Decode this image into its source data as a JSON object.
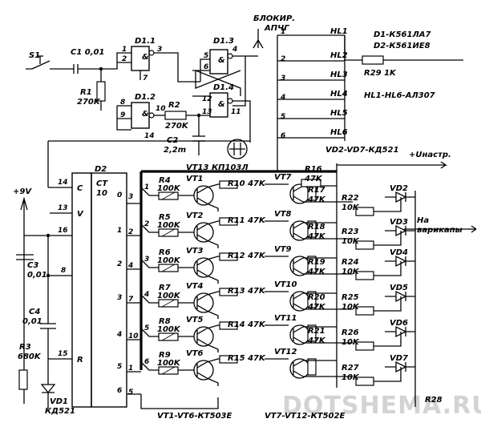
{
  "labels": {
    "apchg_1": "БЛОКИР.",
    "apchg_2": "АПЧГ",
    "hl": [
      "HL1",
      "HL2",
      "HL3",
      "HL4",
      "HL5",
      "HL6"
    ],
    "hl_pins": [
      "1",
      "2",
      "3",
      "4",
      "5",
      "6"
    ],
    "d1_spec": "D1-К561ЛА7",
    "d2_spec": "D2-К561ИЕ8",
    "r29": "R29 1K",
    "hl_spec": "HL1-HL6-АЛ307",
    "s1": "S1",
    "c1": "C1 0,01",
    "r1_name": "R1",
    "r1_val": "270K",
    "d11": "D1.1",
    "d12": "D1.2",
    "d13": "D1.3",
    "d14": "D1.4",
    "r2": "R2",
    "r2_val": "270K",
    "c2": "C2",
    "c2_val": "2,2m",
    "vt13": "VT13 КП103Л",
    "vd_spec": "VD2-VD7-КД521",
    "uinastr": "+Uнастр.",
    "d2": "D2",
    "ct": "CT",
    "ct10": "10",
    "pin_c": "C",
    "pin_v": "V",
    "pin_r": "R",
    "vplus": "+9V",
    "c3": "C3",
    "c3_val": "0,01",
    "c4": "C4",
    "c4_val": "0,01",
    "r3": "R3",
    "r3_val": "680K",
    "vd1_a": "VD1",
    "vd1_b": "КД521",
    "na_1": "На",
    "na_2": "варикапы",
    "vt_spec": "VT1-VT6-КТ503Е",
    "vt_spec2": "VT7-VT12-КТ502Е",
    "watermark": "DOTSHEMA.RU",
    "r28": "R28"
  },
  "gate_pins": {
    "d11": [
      "1",
      "2",
      "3",
      "7"
    ],
    "d12": [
      "8",
      "9",
      "10",
      "14"
    ],
    "d13": [
      "5",
      "6",
      "4"
    ],
    "d14": [
      "12",
      "13",
      "11"
    ]
  },
  "counter_pins_left": [
    "14",
    "13",
    "16",
    "8",
    "15"
  ],
  "counter_outputs": [
    "0",
    "1",
    "2",
    "3",
    "4",
    "5",
    "6"
  ],
  "counter_out_pins": [
    "3",
    "2",
    "4",
    "7",
    "10",
    "1",
    "5"
  ],
  "stages": [
    {
      "bus": "1",
      "rb": "R4",
      "rb_val": "100K",
      "vt": "VT1",
      "rc": "R10 47K",
      "vtp": "VT7",
      "rtop": "R16",
      "rtop_val": "47K",
      "rbp": "R17",
      "rbp_val": "47K",
      "rd": "R22",
      "rd_val": "10K",
      "vd": "VD2"
    },
    {
      "bus": "2",
      "rb": "R5",
      "rb_val": "100K",
      "vt": "VT2",
      "rc": "R11 47K",
      "vtp": "VT8",
      "rbp": "R18",
      "rbp_val": "47K",
      "rd": "R23",
      "rd_val": "10K",
      "vd": "VD3"
    },
    {
      "bus": "3",
      "rb": "R6",
      "rb_val": "100K",
      "vt": "VT3",
      "rc": "R12 47K",
      "vtp": "VT9",
      "rbp": "R19",
      "rbp_val": "47K",
      "rd": "R24",
      "rd_val": "10K",
      "vd": "VD4"
    },
    {
      "bus": "4",
      "rb": "R7",
      "rb_val": "100K",
      "vt": "VT4",
      "rc": "R13 47K",
      "vtp": "VT10",
      "rbp": "R20",
      "rbp_val": "47K",
      "rd": "R25",
      "rd_val": "10K",
      "vd": "VD5"
    },
    {
      "bus": "5",
      "rb": "R8",
      "rb_val": "100K",
      "vt": "VT5",
      "rc": "R14 47K",
      "vtp": "VT11",
      "rbp": "R21",
      "rbp_val": "47K",
      "rd": "R26",
      "rd_val": "10K",
      "vd": "VD6"
    },
    {
      "bus": "6",
      "rb": "R9",
      "rb_val": "100K",
      "vt": "VT6",
      "rc": "R15 47K",
      "vtp": "VT12",
      "rbp": "",
      "rbp_val": "",
      "rd": "R27",
      "rd_val": "10K",
      "vd": "VD7"
    }
  ]
}
